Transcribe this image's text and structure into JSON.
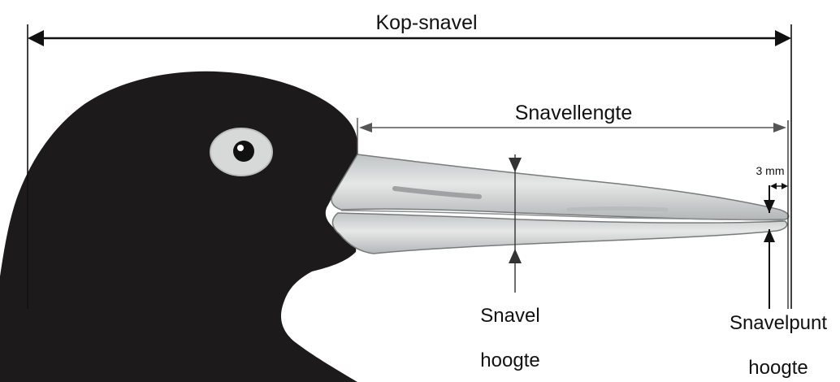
{
  "labels": {
    "head_bill": "Kop-snavel",
    "bill_length": "Snavellengte",
    "bill_height_line1": "Snavel",
    "bill_height_line2": "hoogte",
    "tip_height_line1": "Snavelpunt",
    "tip_height_line2": "hoogte",
    "tip_offset": "3 mm"
  },
  "colors": {
    "head": "#1c1a1b",
    "beak": "#cfd1d1",
    "beak_shade": "#a9adad",
    "line": "#111111",
    "background": "#ffffff"
  }
}
